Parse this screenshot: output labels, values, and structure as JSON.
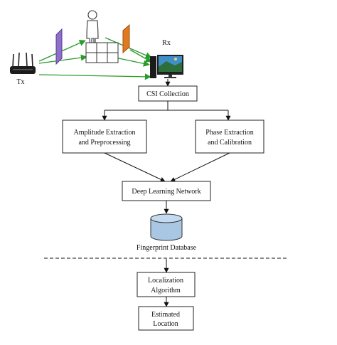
{
  "labels": {
    "tx": "Tx",
    "rx": "Rx",
    "csi": "CSI Collection",
    "amp_line1": "Amplitude Extraction",
    "amp_line2": "and Preprocessing",
    "phase_line1": "Phase Extraction",
    "phase_line2": "and Calibration",
    "dl": "Deep Learning Network",
    "db": "Fingerprint Database",
    "loc_line1": "Localization",
    "loc_line2": "Algorithm",
    "est_line1": "Estimated",
    "est_line2": "Location"
  },
  "colors": {
    "signal": "#2a9a2a",
    "purple_panel": "#8f6fc9",
    "orange_panel": "#e07a20",
    "database": "#a9c7e2"
  },
  "icons": {
    "router": "wifi-router-icon",
    "person": "person-icon",
    "computer": "desktop-computer-icon",
    "database": "database-icon"
  }
}
